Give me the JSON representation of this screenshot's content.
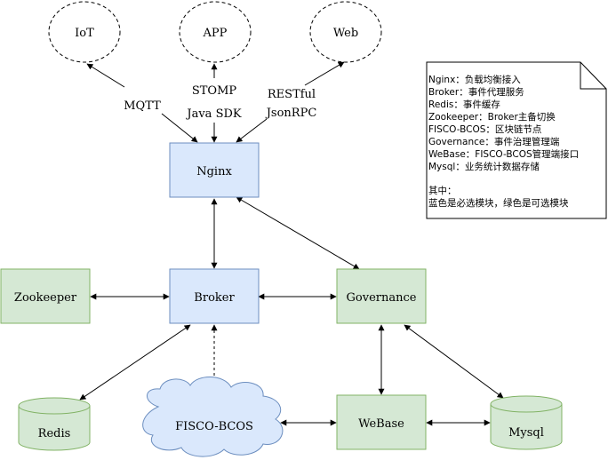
{
  "nodes": {
    "iot": "IoT",
    "app": "APP",
    "web": "Web",
    "nginx": "Nginx",
    "zookeeper": "Zookeeper",
    "broker": "Broker",
    "governance": "Governance",
    "redis": "Redis",
    "fisco": "FISCO-BCOS",
    "webase": "WeBase",
    "mysql": "Mysql"
  },
  "edge_labels": {
    "mqtt": "MQTT",
    "stomp": "STOMP",
    "java_sdk": "Java SDK",
    "restful": "RESTful",
    "jsonrpc": "JsonRPC"
  },
  "note": {
    "lines": [
      "Nginx：负载均衡接入",
      "Broker：事件代理服务",
      "Redis：事件缓存",
      "Zookeeper：Broker主备切换",
      "FISCO-BCOS：区块链节点",
      "Governance：事件治理管理端",
      "WeBase：FISCO-BCOS管理端接口",
      "Mysql：业务统计数据存储",
      "",
      "其中：",
      "蓝色是必选模块，绿色是可选模块"
    ]
  },
  "colors": {
    "required_fill": "#dae8fc",
    "required_stroke": "#6c8ebf",
    "optional_fill": "#d5e8d4",
    "optional_stroke": "#82b366",
    "stroke": "#000000"
  }
}
